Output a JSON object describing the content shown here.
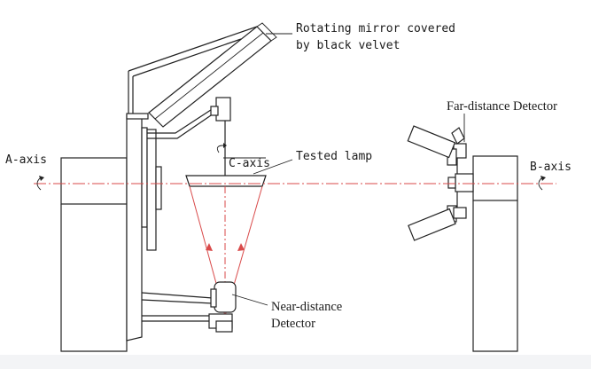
{
  "labels": {
    "mirror_line1": "Rotating mirror covered",
    "mirror_line2": "by black velvet",
    "far_detector": "Far-distance Detector",
    "a_axis": "A-axis",
    "c_axis": "C-axis",
    "tested_lamp": "Tested lamp",
    "b_axis": "B-axis",
    "near_line1": "Near-distance",
    "near_line2": "Detector"
  },
  "colors": {
    "line": "#222222",
    "axis_red": "#d94a4a",
    "background": "#ffffff"
  }
}
